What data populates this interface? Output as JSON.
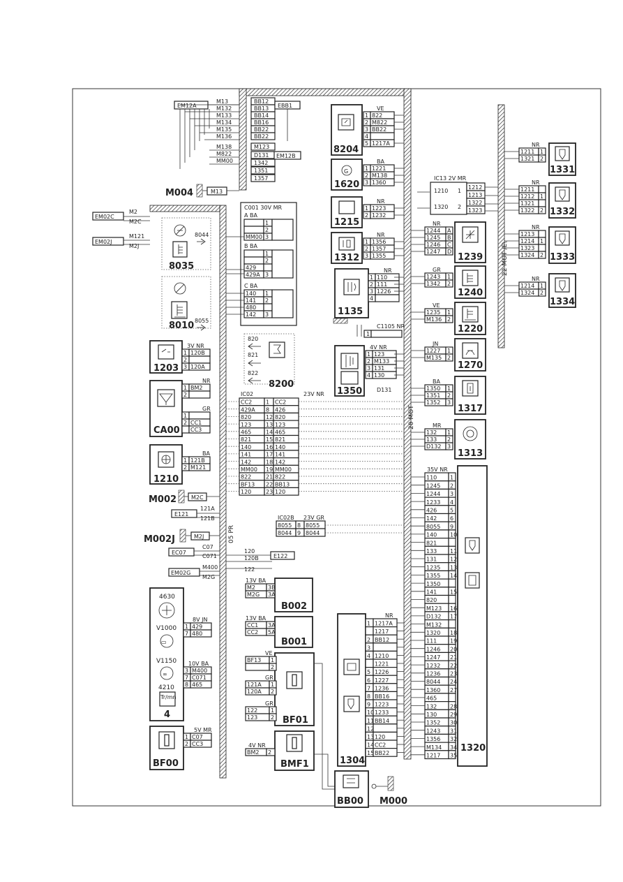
{
  "components": {
    "c8204": "8204",
    "c1620": "1620",
    "c1215": "1215",
    "c1312": "1312",
    "c1135": "1135",
    "c1350": "1350",
    "c8035": "8035",
    "c8010": "8010",
    "c1203": "1203",
    "cCA00": "CA00",
    "c1210": "1210",
    "c8200": "8200",
    "cB002": "B002",
    "cB001": "B001",
    "cBF01": "BF01",
    "cBMF1": "BMF1",
    "cBF00": "BF00",
    "cBB00": "BB00",
    "c1304": "1304",
    "c1320": "1320",
    "c1331": "1331",
    "c1332": "1332",
    "c1333": "1333",
    "c1334": "1334",
    "c1239": "1239",
    "c1240": "1240",
    "c1220": "1220",
    "c1270": "1270",
    "c1317": "1317",
    "c1313": "1313",
    "c4630": "4630",
    "cV1000": "V1000",
    "cV1150": "V1150",
    "c4210": "4210",
    "c4": "4"
  },
  "grounds": {
    "M004": "M004",
    "M002": "M002",
    "M002J": "M002J",
    "M000": "M000",
    "M13": "M13",
    "M2C": "M2C",
    "M2J": "M2J"
  },
  "splices": {
    "EM12A": "EM12A",
    "EBB1": "EBB1",
    "EM12B": "EM12B",
    "EM02C": "EM02C",
    "EM02J": "EM02J",
    "E121": "E121",
    "EC07": "EC07",
    "E122": "E122",
    "EM02G": "EM02G"
  },
  "harness": {
    "pr05": "05 PR",
    "mot20": "20 MOT",
    "mot22": "22 MOT /E\\"
  },
  "left_top_wires": [
    "M13",
    "M132",
    "M133",
    "M134",
    "M135",
    "M136",
    "M138",
    "M822",
    "MM00"
  ],
  "bb_wires": [
    "BB12",
    "BB13",
    "BB14",
    "BB16",
    "BB22",
    "BB22",
    "M123",
    "D131",
    "1342",
    "1351",
    "1357"
  ],
  "em02c": {
    "a": "M2",
    "b": "M2C"
  },
  "em02j": {
    "a": "M121",
    "b": "M2J"
  },
  "c001": {
    "title": "C001  30V  MR",
    "sec_a": "A    BA",
    "sec_b": "B    BA",
    "sec_c": "C    BA",
    "rows_a": [
      [
        "",
        "1"
      ],
      [
        "",
        "2"
      ],
      [
        "MM00",
        "3"
      ]
    ],
    "rows_b": [
      [
        "",
        "1"
      ],
      [
        "",
        "2"
      ],
      [
        "429",
        ""
      ],
      [
        "429A",
        "3"
      ]
    ],
    "rows_c": [
      [
        "140",
        "1"
      ],
      [
        "141",
        "2"
      ],
      [
        "480",
        ""
      ],
      [
        "142",
        "3"
      ]
    ]
  },
  "wires_8044": "8044",
  "wires_8055": "8055",
  "c8200_pins": [
    "820",
    "821",
    "822"
  ],
  "c1203": {
    "hdr": "3V  NR",
    "rows": [
      [
        "1",
        "120B"
      ],
      [
        "2",
        ""
      ],
      [
        "3",
        "120A"
      ]
    ]
  },
  "cCA00": {
    "hdr1": "NR",
    "rows1": [
      [
        "1",
        "BM2"
      ],
      [
        "2",
        ""
      ]
    ],
    "hdr2": "GR",
    "rows2": [
      [
        "1",
        ""
      ],
      [
        "2",
        "CC1"
      ],
      [
        "",
        "CC3"
      ]
    ]
  },
  "c1210": {
    "hdr": "BA",
    "rows": [
      [
        "1",
        "121B"
      ],
      [
        "2",
        "M121"
      ]
    ]
  },
  "m002_wire": "M2C",
  "e121": {
    "a": "121A",
    "b": "121B"
  },
  "m002j_wire": "M2J",
  "ec07": {
    "a": "C07",
    "b": "C071",
    "c": "120",
    "d": "120B",
    "e": "122"
  },
  "em02g": {
    "a": "M400",
    "b": "M2G"
  },
  "ic02": {
    "title_l": "IC02",
    "title_r": "23V  NR",
    "rows": [
      [
        "CC2",
        "1",
        "CC2"
      ],
      [
        "429A",
        "8",
        "426"
      ],
      [
        "820",
        "12",
        "820"
      ],
      [
        "123",
        "13",
        "123"
      ],
      [
        "465",
        "14",
        "465"
      ],
      [
        "821",
        "15",
        "821"
      ],
      [
        "140",
        "16",
        "140"
      ],
      [
        "141",
        "17",
        "141"
      ],
      [
        "142",
        "18",
        "142"
      ],
      [
        "MM00",
        "19",
        "MM00"
      ],
      [
        "822",
        "21",
        "822"
      ],
      [
        "BF13",
        "22",
        "BB13"
      ],
      [
        "120",
        "23",
        "120"
      ]
    ]
  },
  "ic02b": {
    "title_l": "IC02B",
    "title_r": "23V  GR",
    "rows": [
      [
        "8055",
        "8",
        "8055"
      ],
      [
        "8044",
        "9",
        "8044"
      ]
    ]
  },
  "b002": {
    "hdr": "13V  BA",
    "rows": [
      [
        "M2",
        "3B"
      ],
      [
        "M2G",
        "3A"
      ]
    ]
  },
  "b001": {
    "hdr": "13V  BA",
    "rows": [
      [
        "CC1",
        "3A"
      ],
      [
        "CC2",
        "5A"
      ]
    ]
  },
  "bf01": {
    "hdr1": "VE",
    "rows1": [
      [
        "BF13",
        "1"
      ],
      [
        "",
        "2"
      ]
    ],
    "hdr2": "GR",
    "rows2": [
      [
        "121A",
        "1"
      ],
      [
        "120A",
        "2"
      ]
    ],
    "hdr3": "GR",
    "rows3": [
      [
        "122",
        "1"
      ],
      [
        "123",
        "2"
      ]
    ]
  },
  "bmf1": {
    "hdr": "4V  NR",
    "rows": [
      [
        "BM2",
        "2"
      ]
    ]
  },
  "bf00": {
    "hdr": "5V  MR",
    "rows": [
      [
        "1",
        "C07"
      ],
      [
        "2",
        "CC3"
      ]
    ]
  },
  "inst8": {
    "hdr": "8V  JN",
    "rows": [
      [
        "1",
        "429"
      ],
      [
        "7",
        "480"
      ]
    ]
  },
  "inst10": {
    "hdr": "10V  BA",
    "rows": [
      [
        "3",
        "M400"
      ],
      [
        "7",
        "C071"
      ],
      [
        "8",
        "465"
      ]
    ]
  },
  "c4210_label": "Tr/mn",
  "c8204": {
    "hdr": "VE",
    "rows": [
      [
        "1",
        "822"
      ],
      [
        "2",
        "M822"
      ],
      [
        "3",
        "BB22"
      ],
      [
        "4",
        ""
      ],
      [
        "5",
        "1217A"
      ]
    ]
  },
  "c1620": {
    "hdr": "BA",
    "rows": [
      [
        "1",
        "1221"
      ],
      [
        "2",
        "M138"
      ],
      [
        "3",
        "1360"
      ]
    ]
  },
  "c1215": {
    "hdr": "NR",
    "rows": [
      [
        "1",
        "1223"
      ],
      [
        "2",
        "1232"
      ]
    ]
  },
  "c1312": {
    "hdr": "NR",
    "rows": [
      [
        "1",
        "1356"
      ],
      [
        "2",
        "1357"
      ],
      [
        "3",
        "1355"
      ]
    ]
  },
  "c1135": {
    "hdr": "NR",
    "rows": [
      [
        "1",
        "110"
      ],
      [
        "2",
        "111"
      ],
      [
        "3",
        "1226"
      ],
      [
        "4",
        ""
      ]
    ]
  },
  "c1105": {
    "hdr": "C1105  NR",
    "pin": "1"
  },
  "c1350": {
    "hdr": "4V  NR",
    "rows": [
      [
        "1",
        "123"
      ],
      [
        "2",
        "M133"
      ],
      [
        "3",
        "131"
      ],
      [
        "4",
        "130"
      ]
    ],
    "extra": "D131"
  },
  "ic13": {
    "hdr": "IC13   2V    MR",
    "rows": [
      [
        "1210",
        "1",
        "1212"
      ],
      [
        "",
        "",
        "1213"
      ],
      [
        "1320",
        "2",
        "1322"
      ],
      [
        "",
        "",
        "1323"
      ]
    ]
  },
  "c1239": {
    "hdr": "NR",
    "rows": [
      [
        "1244",
        "A"
      ],
      [
        "1245",
        "B"
      ],
      [
        "1246",
        "C"
      ],
      [
        "1247",
        "D"
      ]
    ]
  },
  "c1240": {
    "hdr": "GR",
    "rows": [
      [
        "1243",
        "1"
      ],
      [
        "1342",
        "2"
      ]
    ]
  },
  "c1220": {
    "hdr": "VE",
    "rows": [
      [
        "1235",
        "1"
      ],
      [
        "M136",
        "2"
      ]
    ]
  },
  "c1270": {
    "hdr": "JN",
    "rows": [
      [
        "1227",
        "1"
      ],
      [
        "M135",
        "2"
      ]
    ]
  },
  "c1317": {
    "hdr": "BA",
    "rows": [
      [
        "1350",
        "1"
      ],
      [
        "1351",
        "2"
      ],
      [
        "1352",
        "3"
      ]
    ]
  },
  "c1313": {
    "hdr": "MR",
    "rows": [
      [
        "132",
        "1"
      ],
      [
        "133",
        "2"
      ],
      [
        "D132",
        "3"
      ]
    ]
  },
  "c1331": {
    "hdr": "NR",
    "rows": [
      [
        "1211",
        "1"
      ],
      [
        "1321",
        "2"
      ]
    ]
  },
  "c1332": {
    "hdr": "NR",
    "rows": [
      [
        "1211",
        ""
      ],
      [
        "1212",
        "1"
      ],
      [
        "1321",
        ""
      ],
      [
        "1322",
        "2"
      ]
    ]
  },
  "c1333": {
    "hdr": "NR",
    "rows": [
      [
        "1213",
        ""
      ],
      [
        "1214",
        "1"
      ],
      [
        "1323",
        ""
      ],
      [
        "1324",
        "2"
      ]
    ]
  },
  "c1334": {
    "hdr": "NR",
    "rows": [
      [
        "1214",
        "1"
      ],
      [
        "1324",
        "2"
      ]
    ]
  },
  "c1304": {
    "hdr": "NR",
    "rows": [
      [
        "1",
        "1217A"
      ],
      [
        "",
        "1217"
      ],
      [
        "2",
        "BB12"
      ],
      [
        "3",
        ""
      ],
      [
        "4",
        "1210"
      ],
      [
        "",
        "1221"
      ],
      [
        "5",
        "1226"
      ],
      [
        "6",
        "1227"
      ],
      [
        "7",
        "1236"
      ],
      [
        "8",
        "BB16"
      ],
      [
        "9",
        "1223"
      ],
      [
        "10",
        "1233"
      ],
      [
        "11",
        "BB14"
      ],
      [
        "12",
        ""
      ],
      [
        "13",
        "120"
      ],
      [
        "14",
        "CC2"
      ],
      [
        "15",
        "BB22"
      ]
    ]
  },
  "c1320": {
    "hdr": "35V  NR",
    "rows": [
      [
        "110",
        "1"
      ],
      [
        "1245",
        "2"
      ],
      [
        "1244",
        "3"
      ],
      [
        "1233",
        "4"
      ],
      [
        "426",
        "5"
      ],
      [
        "142",
        "6"
      ],
      [
        "8055",
        "9"
      ],
      [
        "140",
        "10"
      ],
      [
        "821",
        ""
      ],
      [
        "133",
        "11"
      ],
      [
        "131",
        "12"
      ],
      [
        "1235",
        "13"
      ],
      [
        "1355",
        "14"
      ],
      [
        "1350",
        ""
      ],
      [
        "141",
        "15"
      ],
      [
        "820",
        ""
      ],
      [
        "M123",
        "16"
      ],
      [
        "D132",
        "17"
      ],
      [
        "M132",
        ""
      ],
      [
        "1320",
        "18"
      ],
      [
        "111",
        "19"
      ],
      [
        "1246",
        "20"
      ],
      [
        "1247",
        "21"
      ],
      [
        "1232",
        "22"
      ],
      [
        "1236",
        "23"
      ],
      [
        "8044",
        "24"
      ],
      [
        "1360",
        "27"
      ],
      [
        "465",
        ""
      ],
      [
        "132",
        "28"
      ],
      [
        "130",
        "29"
      ],
      [
        "1352",
        "30"
      ],
      [
        "1243",
        "31"
      ],
      [
        "1356",
        "32"
      ],
      [
        "M134",
        "34"
      ],
      [
        "1217",
        "35"
      ]
    ]
  }
}
